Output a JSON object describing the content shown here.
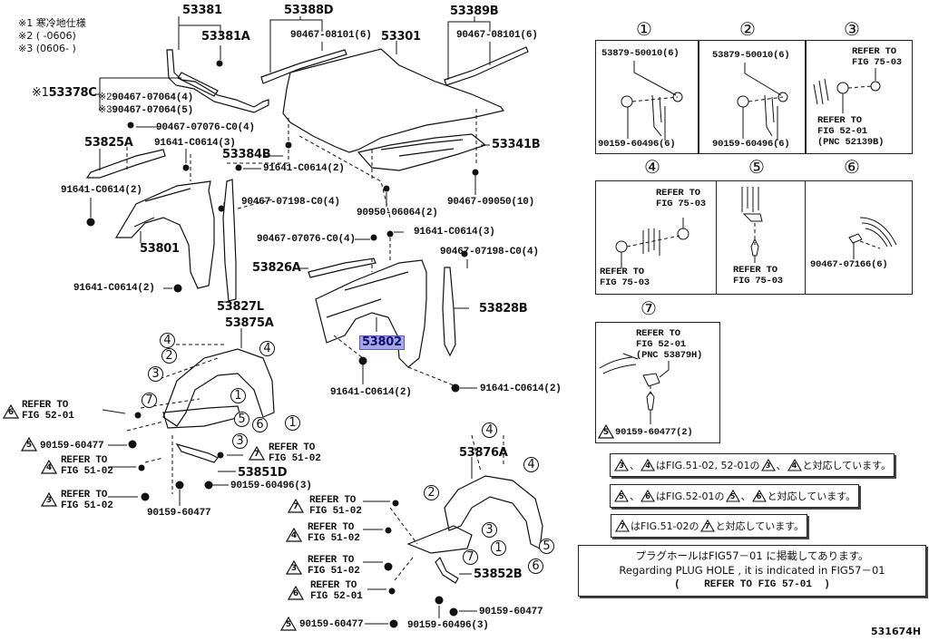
{
  "diagram": {
    "figure_code": "531674H",
    "notes": [
      {
        "mark": "※1",
        "text": "寒冷地仕様"
      },
      {
        "mark": "※2",
        "text": "(      -0606)"
      },
      {
        "mark": "※3",
        "text": "(0606-      )"
      }
    ],
    "highlighted_part": "53802",
    "parts": {
      "p53381": "53381",
      "p53381A": "53381A",
      "p53388D": "53388D",
      "p53388D_clip": "90467-08101(6)",
      "p53301": "53301",
      "p53389B": "53389B",
      "p53389B_clip": "90467-08101(6)",
      "p53378C_mark": "※1",
      "p53378C": "53378C",
      "clip2": "90467-07064(4)",
      "clip2_mark": "※2",
      "clip3": "90467-07064(5)",
      "clip3_mark": "※3",
      "clip07076_top": "90467-07076-C0(4)",
      "p53825A": "53825A",
      "bolt_c0614_3_top": "91641-C0614(3)",
      "p53384B": "53384B",
      "bolt_c0614_2_mid": "91641-C0614(2)",
      "p53341B": "53341B",
      "bolt_c0614_2_left": "91641-C0614(2)",
      "clip07198_left": "90467-07198-C0(4)",
      "clip09050": "90467-09050(10)",
      "p90950": "90950-06064(2)",
      "p53801": "53801",
      "bolt_c0614_3_mid": "91641-C0614(3)",
      "clip07076_mid": "90467-07076-C0(4)",
      "clip07198_right": "90467-07198-C0(4)",
      "p53826A": "53826A",
      "bolt_c0614_2_lowleft": "91641-C0614(2)",
      "p53827L": "53827L",
      "p53828B": "53828B",
      "p53802": "53802",
      "p53875A": "53875A",
      "bolt_c0614_2_lowmid": "91641-C0614(2)",
      "bolt_c0614_2_lowright": "91641-C0614(2)",
      "p53851D": "53851D",
      "screw_60496_3_left": "90159-60496(3)",
      "screw_60477_left": "90159-60477",
      "screw_60477_bottom_left": "90159-60477",
      "p53876A": "53876A",
      "p53852B": "53852B",
      "screw_60477_right": "90159-60477",
      "screw_60477_bottom_right": "90159-60477",
      "screw_60496_3_right": "90159-60496(3)"
    },
    "refer_left": [
      {
        "tri": "6",
        "line1": "REFER TO",
        "line2": "FIG 52-01"
      },
      {
        "tri": "5",
        "line1": "90159-60477",
        "line2": ""
      },
      {
        "tri": "4",
        "line1": "REFER TO",
        "line2": "FIG 51-02"
      },
      {
        "tri": "3",
        "line1": "REFER TO",
        "line2": "FIG 51-02"
      },
      {
        "tri": "7",
        "line1": "REFER TO",
        "line2": "FIG 51-02"
      }
    ],
    "refer_right": [
      {
        "tri": "7",
        "line1": "REFER TO",
        "line2": "FIG 51-02"
      },
      {
        "tri": "4",
        "line1": "REFER TO",
        "line2": "FIG 51-02"
      },
      {
        "tri": "3",
        "line1": "REFER TO",
        "line2": "FIG 51-02"
      },
      {
        "tri": "6",
        "line1": "REFER TO",
        "line2": "FIG 52-01"
      },
      {
        "tri": "5",
        "line1": "90159-60477",
        "line2": ""
      }
    ],
    "liner_left_callouts": [
      "4",
      "2",
      "3",
      "7",
      "4",
      "1",
      "5",
      "6",
      "1",
      "3"
    ],
    "liner_right_callouts": [
      "4",
      "4",
      "2",
      "3",
      "1",
      "7",
      "5",
      "6"
    ]
  },
  "detail_panels": [
    {
      "num": "①",
      "top": "53879-50010(6)",
      "bottom": "90159-60496(6)"
    },
    {
      "num": "②",
      "top": "53879-50010(6)",
      "bottom": "90159-60496(6)"
    },
    {
      "num": "③",
      "top1": "REFER TO",
      "top2": "FIG 75-03",
      "bottom1": "REFER TO",
      "bottom2": "FIG 52-01",
      "bottom3": "(PNC 52139B)"
    },
    {
      "num": "④",
      "top1": "REFER TO",
      "top2": "FIG 75-03",
      "bottom1": "REFER TO",
      "bottom2": "FIG 75-03"
    },
    {
      "num": "⑤",
      "bottom1": "REFER TO",
      "bottom2": "FIG 75-03"
    },
    {
      "num": "⑥",
      "bottom": "90467-07166(6)"
    },
    {
      "num": "⑦",
      "top1": "REFER TO",
      "top2": "FIG 52-01",
      "top3": "(PNC 53879H)",
      "tri": "5",
      "bottom": "90159-60477(2)"
    }
  ],
  "info_boxes": [
    {
      "tris_a": [
        "3",
        "4"
      ],
      "mid": "はFIG.51-02, 52-01の",
      "tris_b": [
        "3",
        "4"
      ],
      "end": "と対応しています。"
    },
    {
      "tris_a": [
        "5",
        "6"
      ],
      "mid": "はFIG.52-01の",
      "tris_b": [
        "5",
        "6"
      ],
      "end": "と対応しています。"
    },
    {
      "tris_a": [
        "7"
      ],
      "mid": "はFIG.51-02の",
      "tris_b": [
        "7"
      ],
      "end": "と対応しています。"
    }
  ],
  "separator": "、",
  "plug_hole": {
    "jp": "プラグホールはFIG57－01 に掲載してあります。",
    "en": "Regarding PLUG HOLE , it is indicated in FIG57－01",
    "ref": "(    REFER TO FIG 57-01  )"
  }
}
